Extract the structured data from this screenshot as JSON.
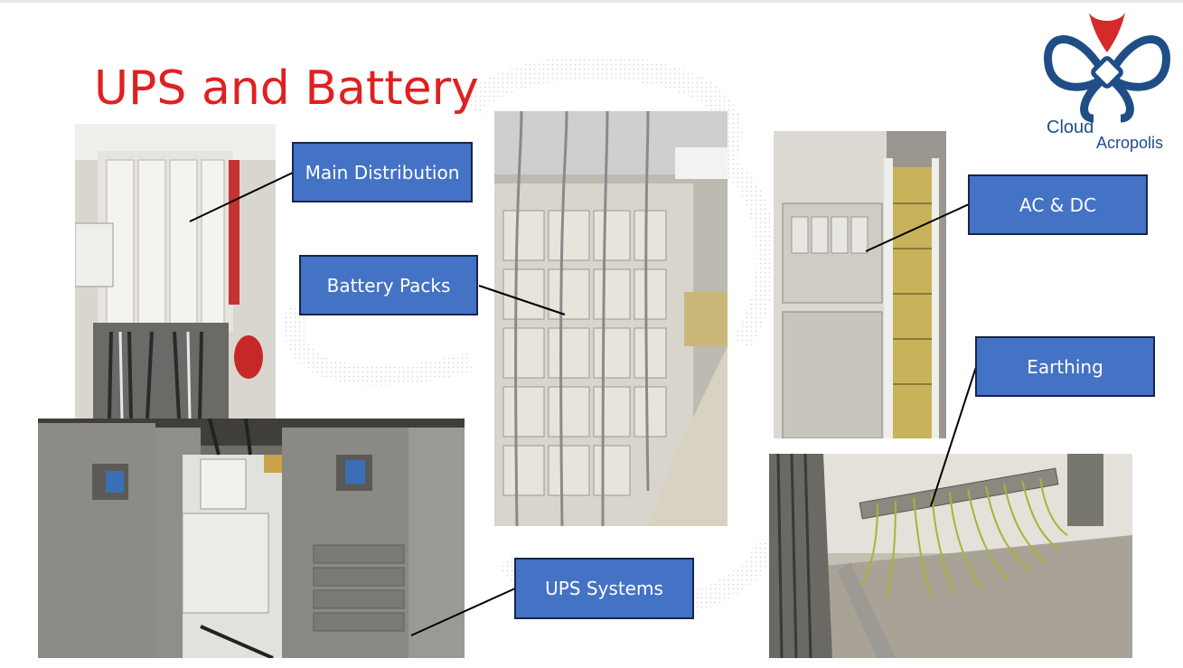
{
  "slide": {
    "title": "UPS and Battery"
  },
  "logo": {
    "word1": "Cloud",
    "word2": "Acropolis",
    "colors": {
      "primary": "#1f4e87",
      "accent": "#d42a2a"
    }
  },
  "callouts": {
    "main_distribution": "Main Distribution",
    "battery_packs": "Battery Packs",
    "ac_dc": "AC & DC",
    "earthing": "Earthing",
    "ups_systems": "UPS Systems"
  },
  "photos": {
    "main_distribution": "main-distribution-photo",
    "battery_packs": "battery-packs-photo",
    "ac_dc": "ac-dc-rack-photo",
    "ups_systems": "ups-systems-photo",
    "earthing": "earthing-bar-photo"
  },
  "colors": {
    "title": "#e02020",
    "callout_fill": "#4472c4",
    "callout_border": "#15264a"
  }
}
